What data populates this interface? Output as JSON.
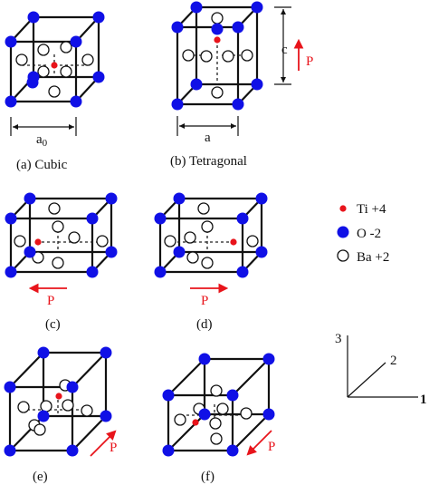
{
  "colors": {
    "ti": "#e8141b",
    "oxygen": "#1010e6",
    "barium": "#ffffff",
    "arrow": "#e8141b",
    "line": "#111111"
  },
  "labels": {
    "a": "(a) Cubic",
    "b": "(b) Tetragonal",
    "c": "(c)",
    "d": "(d)",
    "e": "(e)",
    "f": "(f)"
  },
  "dimensions": {
    "a0": "a",
    "a0_sub": "0",
    "a": "a",
    "c": "c"
  },
  "polarization": "P",
  "legend": [
    {
      "text": "Ti +4"
    },
    {
      "text": "O -2"
    },
    {
      "text": "Ba +2"
    }
  ],
  "axes": {
    "x": "1",
    "y": "2",
    "z": "3"
  }
}
